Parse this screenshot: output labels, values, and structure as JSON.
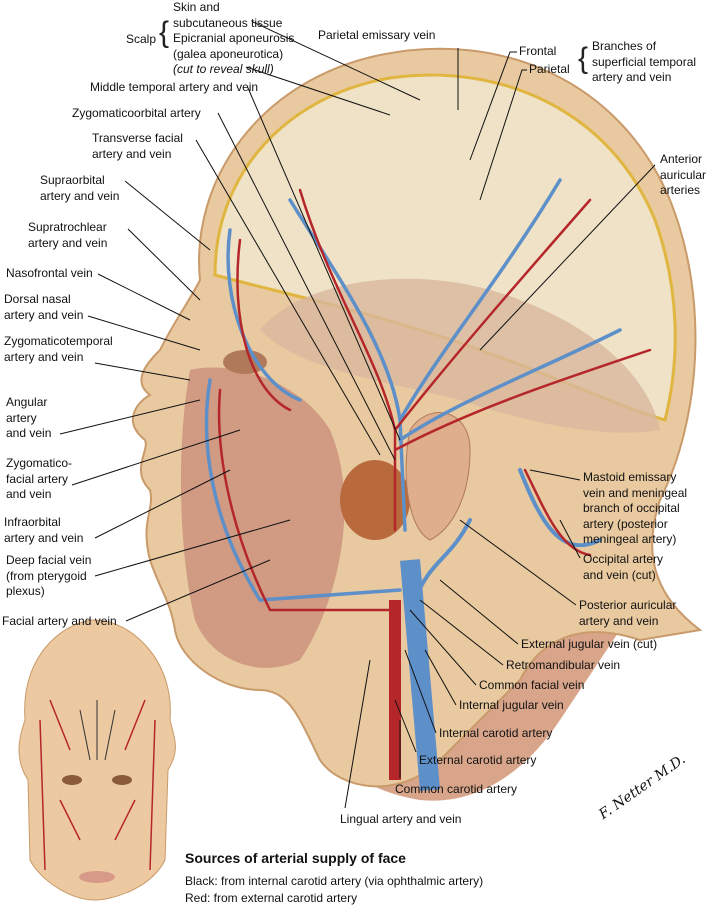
{
  "top_labels": {
    "scalp": "Scalp",
    "scalp_layers": [
      "Skin and",
      "subcutaneous tissue",
      "Epicranial aponeurosis",
      "(galea aponeurotica)",
      "(cut to reveal skull)"
    ],
    "parietal_emissary_vein": "Parietal emissary vein",
    "frontal": "Frontal",
    "parietal": "Parietal",
    "superficial_temporal": [
      "Branches of",
      "superficial temporal",
      "artery and vein"
    ]
  },
  "left_labels": {
    "middle_temporal": "Middle temporal artery and vein",
    "zygomaticoorbital": "Zygomaticoorbital artery",
    "transverse_facial": [
      "Transverse facial",
      "artery and vein"
    ],
    "supraorbital": [
      "Supraorbital",
      "artery and vein"
    ],
    "supratrochlear": [
      "Supratrochlear",
      "artery and vein"
    ],
    "nasofrontal": "Nasofrontal vein",
    "dorsal_nasal": [
      "Dorsal nasal",
      "artery and vein"
    ],
    "zygomaticotemporal": [
      "Zygomaticotemporal",
      "artery and vein"
    ],
    "angular": [
      "Angular",
      "artery",
      "and vein"
    ],
    "zygomaticofacial": [
      "Zygomatico-",
      "facial artery",
      "and vein"
    ],
    "infraorbital": [
      "Infraorbital",
      "artery and vein"
    ],
    "deep_facial": [
      "Deep facial vein",
      "(from pterygoid",
      "plexus)"
    ],
    "facial": "Facial artery and vein"
  },
  "right_labels": {
    "anterior_auricular": [
      "Anterior",
      "auricular",
      "arteries"
    ],
    "mastoid_emissary": [
      "Mastoid emissary",
      "vein and meningeal",
      "branch of occipital",
      "artery (posterior",
      "meningeal artery)"
    ],
    "occipital": [
      "Occipital artery",
      "and vein (cut)"
    ],
    "posterior_auricular": [
      "Posterior auricular",
      "artery and vein"
    ],
    "external_jugular": "External jugular vein (cut)",
    "retromandibular": "Retromandibular vein",
    "common_facial": "Common facial vein",
    "internal_jugular": "Internal jugular vein",
    "internal_carotid": "Internal carotid artery",
    "external_carotid": "External carotid artery",
    "common_carotid": "Common carotid artery",
    "lingual": "Lingual artery and vein"
  },
  "signature": "F. Netter M.D.",
  "inset": {
    "title": "Sources of arterial supply of face",
    "black_note": "Black: from internal carotid artery (via ophthalmic artery)",
    "red_note": "Red: from external carotid artery"
  },
  "colors": {
    "artery": "#b5262a",
    "vein": "#5d8fc9",
    "skin": "#e8c9a0",
    "muscle": "#c98a78",
    "skull": "#efe2c6",
    "gland": "#b86a3c"
  }
}
